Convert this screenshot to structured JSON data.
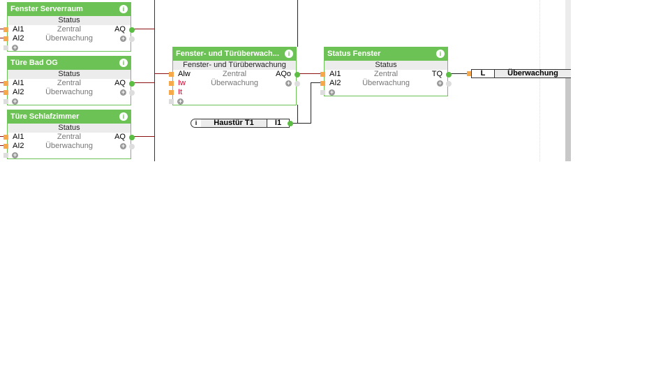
{
  "blocks": [
    {
      "title": "Fenster Serverraum",
      "sub": "Status",
      "in1": "AI1",
      "in2": "AI2",
      "c1": "Zentral",
      "c2": "Überwachung",
      "out": "AQ"
    },
    {
      "title": "Türe Bad OG",
      "sub": "Status",
      "in1": "AI1",
      "in2": "AI2",
      "c1": "Zentral",
      "c2": "Überwachung",
      "out": "AQ"
    },
    {
      "title": "Türe Schlafzimmer",
      "sub": "Status",
      "in1": "AI1",
      "in2": "AI2",
      "c1": "Zentral",
      "c2": "Überwachung",
      "out": "AQ"
    },
    {
      "title": "Fenster- und Türüberwach...",
      "sub": "Fenster- und Türüberwachung",
      "in1": "Alw",
      "in2": "Iw",
      "in3": "It",
      "c1": "Zentral",
      "c2": "Überwachung",
      "out": "AQo"
    },
    {
      "title": "Status Fenster",
      "sub": "Status",
      "in1": "AI1",
      "in2": "AI2",
      "c1": "Zentral",
      "c2": "Überwachung",
      "out": "TQ"
    }
  ],
  "input_connector": {
    "icon": "i",
    "name": "Haustür T1",
    "port": "I1"
  },
  "output_connector": {
    "port": "L",
    "name": "Überwachung"
  },
  "info_icon": "i",
  "colors": {
    "header": "#6cc254",
    "wire": "#8b0000"
  }
}
